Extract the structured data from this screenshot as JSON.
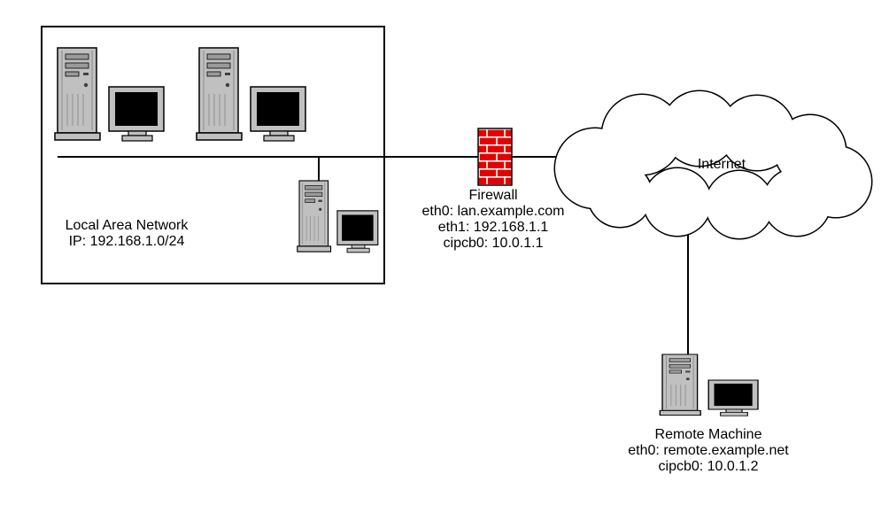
{
  "diagram": {
    "lan": {
      "label": "Local Area Network",
      "ip": "IP: 192.168.1.0/24"
    },
    "firewall": {
      "name": "Firewall",
      "interfaces": [
        "eth0: lan.example.com",
        "eth1: 192.168.1.1",
        "cipcb0: 10.0.1.1"
      ]
    },
    "internet": {
      "label": "Internet"
    },
    "remote": {
      "name": "Remote Machine",
      "interfaces": [
        "eth0: remote.example.net",
        "cipcb0: 10.0.1.2"
      ]
    },
    "colors": {
      "firewall_brick": "#e40000",
      "mortar": "#ffffff",
      "line": "#000000",
      "hardware_gray": "#c0c0c0"
    }
  }
}
